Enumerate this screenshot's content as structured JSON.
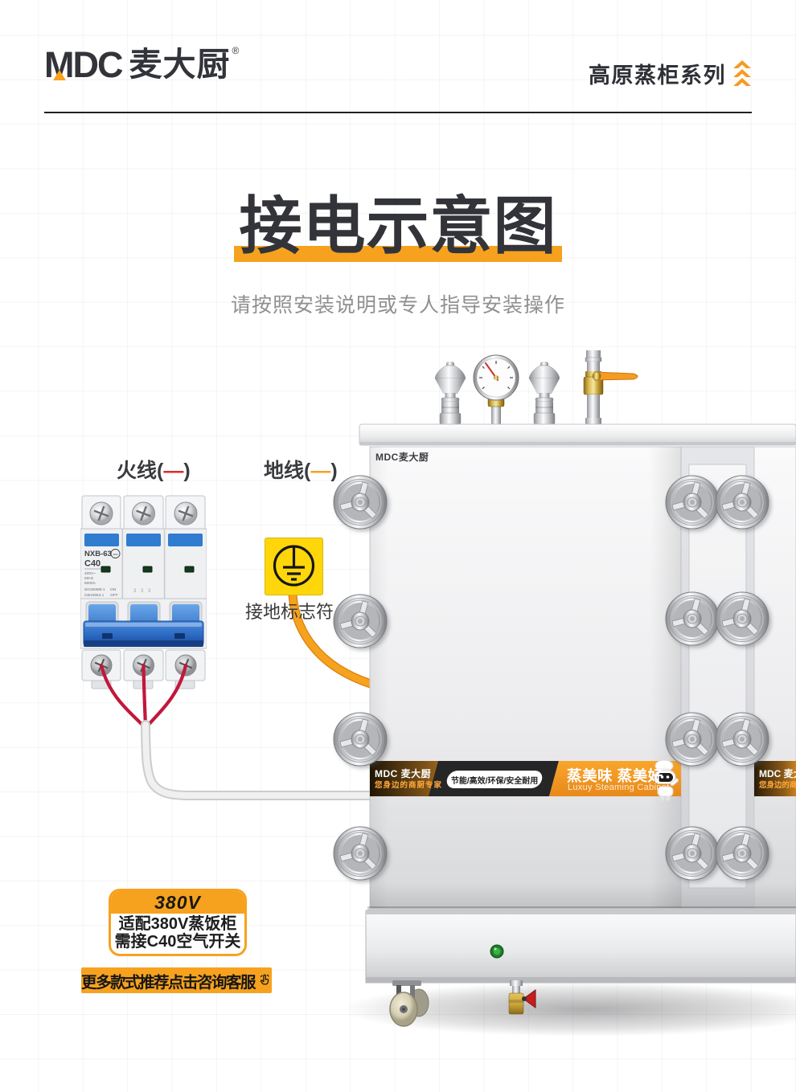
{
  "header": {
    "brand_en": "MDC",
    "brand_cn": "麦大厨",
    "reg_mark": "®",
    "series": "高原蒸柜系列"
  },
  "title": {
    "main": "接电示意图",
    "subtitle": "请按照安装说明或专人指导安装操作"
  },
  "labels": {
    "live_wire": "火线(",
    "ground_wire": "地线(",
    "wire_dash": "—",
    "paren_close": ")",
    "ground_symbol": "接地标志符"
  },
  "breaker": {
    "model": "NXB-63",
    "cert": "ccc",
    "rating": "C40",
    "specs": [
      "400V~",
      "50Hz",
      "6000A",
      "IEC60898-1",
      "GB10963.1"
    ],
    "on": "ON",
    "off": "OFF",
    "phase_marks": "3 3 3"
  },
  "cabinet": {
    "logo": "MDC麦大厨",
    "strip": {
      "brand": "MDC 麦大厨",
      "tagline": "您身边的商厨专家",
      "pill": "节能/高效/环保/安全耐用",
      "slogan": "蒸美味 蒸美好",
      "slogan_en": "Luxuy Steaming Cabinet"
    }
  },
  "badges": {
    "voltage": {
      "title": "380V",
      "line1": "适配380V蒸饭柜",
      "line2": "需接C40空气开关"
    },
    "cta": "更多款式推荐点击咨询客服"
  },
  "colors": {
    "accent": "#F6A21F",
    "title": "#33343A",
    "red_wire": "#C2173B",
    "ground_yellow": "#FFD60A"
  }
}
